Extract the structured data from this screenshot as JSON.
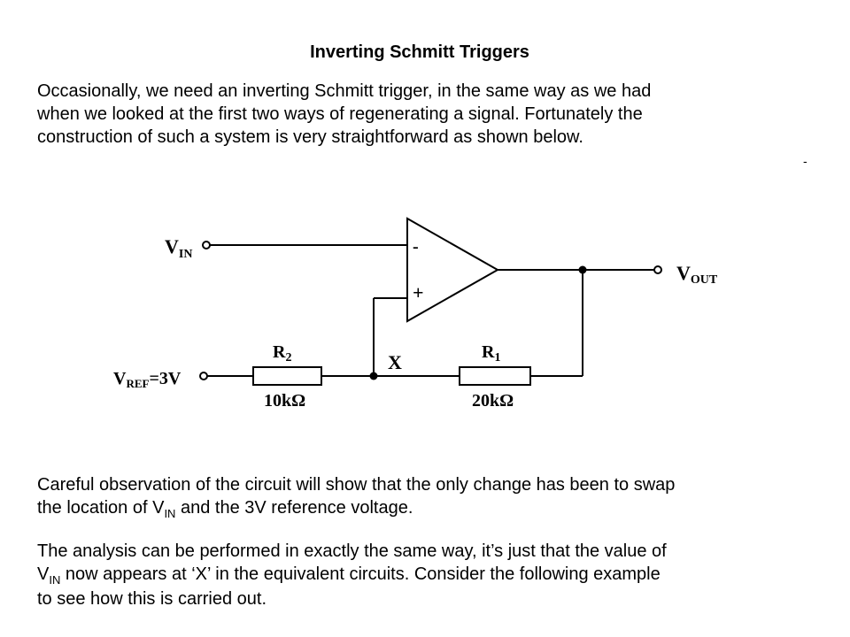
{
  "title": "Inverting Schmitt Triggers",
  "intro_lines": [
    "Occasionally, we need an inverting Schmitt trigger, in the same way as we had",
    "when we looked at the first two ways of regenerating a signal. Fortunately the",
    "construction of such a system is very straightforward as shown below."
  ],
  "stray_mark": "-",
  "circuit": {
    "vin_main": "V",
    "vin_sub": "IN",
    "vout_main": "V",
    "vout_sub": "OUT",
    "vref_main": "V",
    "vref_sub": "REF",
    "vref_value": "=3V",
    "opamp_minus": "-",
    "opamp_plus": "+",
    "node_x": "X",
    "r2_label": "R",
    "r2_sub": "2",
    "r2_value": "10kΩ",
    "r1_label": "R",
    "r1_sub": "1",
    "r1_value": "20kΩ"
  },
  "paragraph2": {
    "line1": "Careful observation of the circuit will show that the only change has been to swap",
    "line2_a": "the location of V",
    "line2_sub": "IN",
    "line2_b": " and the 3V reference voltage."
  },
  "paragraph3": {
    "line1": "The analysis can be performed in exactly the same way, it’s just that the value of",
    "line2_a": "V",
    "line2_sub": "IN",
    "line2_b": " now appears at ‘X’ in the equivalent circuits. Consider the following example",
    "line3": "to see how this is carried out."
  }
}
